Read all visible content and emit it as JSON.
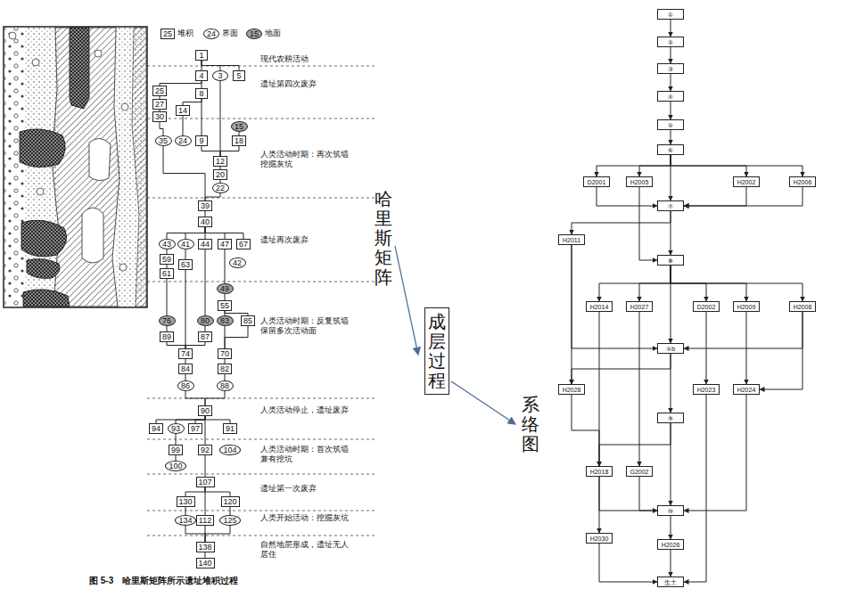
{
  "diagram": {
    "caption": "图 5-3　哈里斯矩阵所示遗址堆积过程",
    "nodes": [
      {
        "text": [
          "1"
        ]
      },
      {
        "text": [
          "4"
        ]
      },
      {
        "text": [
          "3"
        ]
      },
      {
        "text": [
          "5"
        ]
      },
      {
        "text": [
          "25"
        ]
      },
      {
        "text": [
          "8"
        ]
      },
      {
        "text": [
          "27"
        ]
      },
      {
        "text": [
          "14"
        ]
      },
      {
        "text": [
          "30"
        ]
      },
      {
        "text": [
          "15"
        ]
      },
      {
        "text": [
          "35"
        ]
      },
      {
        "text": [
          "24"
        ]
      },
      {
        "text": [
          "9"
        ]
      },
      {
        "text": [
          "18"
        ]
      },
      {
        "text": [
          "12"
        ]
      },
      {
        "text": [
          "20"
        ]
      },
      {
        "text": [
          "22"
        ]
      },
      {
        "text": [
          "39"
        ]
      },
      {
        "text": [
          "40"
        ]
      },
      {
        "text": [
          "43"
        ]
      },
      {
        "text": [
          "41"
        ]
      },
      {
        "text": [
          "44"
        ]
      },
      {
        "text": [
          "47"
        ]
      },
      {
        "text": [
          "67"
        ]
      },
      {
        "text": [
          "59"
        ]
      },
      {
        "text": [
          "63"
        ]
      },
      {
        "text": [
          "42"
        ]
      },
      {
        "text": [
          "61"
        ]
      },
      {
        "text": [
          "49"
        ]
      },
      {
        "text": [
          "55"
        ]
      },
      {
        "text": [
          "76"
        ]
      },
      {
        "text": [
          "80"
        ]
      },
      {
        "text": [
          "83"
        ]
      },
      {
        "text": [
          "85"
        ]
      },
      {
        "text": [
          "89"
        ]
      },
      {
        "text": [
          "87"
        ]
      },
      {
        "text": [
          "74"
        ]
      },
      {
        "text": [
          "70"
        ]
      },
      {
        "text": [
          "84"
        ]
      },
      {
        "text": [
          "82"
        ]
      },
      {
        "text": [
          "86"
        ]
      },
      {
        "text": [
          "88"
        ]
      },
      {
        "text": [
          "90"
        ]
      },
      {
        "text": [
          "94"
        ]
      },
      {
        "text": [
          "93"
        ]
      },
      {
        "text": [
          "97"
        ]
      },
      {
        "text": [
          "91"
        ]
      },
      {
        "text": [
          "99"
        ]
      },
      {
        "text": [
          "92"
        ]
      },
      {
        "text": [
          "104"
        ]
      },
      {
        "text": [
          "100"
        ]
      },
      {
        "text": [
          "107"
        ]
      },
      {
        "text": [
          "130"
        ]
      },
      {
        "text": [
          "120"
        ]
      },
      {
        "text": [
          "134"
        ]
      },
      {
        "text": [
          "112"
        ]
      },
      {
        "text": [
          "125"
        ]
      },
      {
        "text": [
          "138"
        ]
      },
      {
        "text": [
          "140"
        ]
      },
      {
        "text": [
          "成层过程"
        ]
      },
      {
        "text": [
          "①"
        ]
      },
      {
        "text": [
          "②"
        ]
      },
      {
        "text": [
          "③"
        ]
      },
      {
        "text": [
          "④"
        ]
      },
      {
        "text": [
          "⑤"
        ]
      },
      {
        "text": [
          "⑥"
        ]
      },
      {
        "text": [
          "D2001"
        ]
      },
      {
        "text": [
          "H2005"
        ]
      },
      {
        "text": [
          "H2002"
        ]
      },
      {
        "text": [
          "H2006"
        ]
      },
      {
        "text": [
          "⑦"
        ]
      },
      {
        "text": [
          "H2011"
        ]
      },
      {
        "text": [
          "⑧"
        ]
      },
      {
        "text": [
          "H2014"
        ]
      },
      {
        "text": [
          "H2027"
        ]
      },
      {
        "text": [
          "D2002"
        ]
      },
      {
        "text": [
          "H2009"
        ]
      },
      {
        "text": [
          "H2008"
        ]
      },
      {
        "text": [
          "⑤b"
        ]
      },
      {
        "text": [
          "H2028"
        ]
      },
      {
        "text": [
          "H2023"
        ]
      },
      {
        "text": [
          "H2024"
        ]
      },
      {
        "text": [
          "⑨"
        ]
      },
      {
        "text": [
          "H2018"
        ]
      },
      {
        "text": [
          "G2002"
        ]
      },
      {
        "text": [
          "⑩"
        ]
      },
      {
        "text": [
          "H2030"
        ]
      },
      {
        "text": [
          "H2026"
        ]
      },
      {
        "text": [
          "生土"
        ]
      }
    ],
    "edges": [
      {
        "from": 0,
        "to": 1,
        "arrow": "none"
      },
      {
        "from": 0,
        "to": 2,
        "arrow": "none"
      },
      {
        "from": 0,
        "to": 3,
        "arrow": "none"
      },
      {
        "from": 1,
        "to": 5,
        "arrow": "none"
      },
      {
        "from": 1,
        "to": 4,
        "arrow": "none"
      },
      {
        "from": 4,
        "to": 6,
        "arrow": "none"
      },
      {
        "from": 6,
        "to": 8,
        "arrow": "none"
      },
      {
        "from": 8,
        "to": 10,
        "arrow": "none"
      },
      {
        "from": 5,
        "to": 7,
        "arrow": "none"
      },
      {
        "from": 7,
        "to": 11,
        "arrow": "none"
      },
      {
        "from": 5,
        "to": 12,
        "arrow": "none"
      },
      {
        "from": 2,
        "to": 14,
        "arrow": "none"
      },
      {
        "from": 9,
        "to": 13,
        "arrow": "none"
      },
      {
        "from": 12,
        "to": 14,
        "arrow": "none"
      },
      {
        "from": 13,
        "to": 14,
        "arrow": "none"
      },
      {
        "from": 14,
        "to": 15,
        "arrow": "none"
      },
      {
        "from": 15,
        "to": 16,
        "arrow": "none"
      },
      {
        "from": 10,
        "to": 17,
        "arrow": "none"
      },
      {
        "from": 16,
        "to": 17,
        "arrow": "none"
      },
      {
        "from": 17,
        "to": 18,
        "arrow": "none"
      },
      {
        "from": 18,
        "to": 19,
        "arrow": "none"
      },
      {
        "from": 18,
        "to": 20,
        "arrow": "none"
      },
      {
        "from": 18,
        "to": 21,
        "arrow": "none"
      },
      {
        "from": 18,
        "to": 22,
        "arrow": "none"
      },
      {
        "from": 18,
        "to": 23,
        "arrow": "none"
      },
      {
        "from": 19,
        "to": 24,
        "arrow": "none"
      },
      {
        "from": 24,
        "to": 27,
        "arrow": "none"
      },
      {
        "from": 27,
        "to": 30,
        "arrow": "none"
      },
      {
        "from": 20,
        "to": 25,
        "arrow": "none"
      },
      {
        "from": 25,
        "to": 36,
        "arrow": "none"
      },
      {
        "from": 21,
        "to": 31,
        "arrow": "none"
      },
      {
        "from": 22,
        "to": 28,
        "arrow": "none"
      },
      {
        "from": 28,
        "to": 29,
        "arrow": "none"
      },
      {
        "from": 29,
        "to": 32,
        "arrow": "none"
      },
      {
        "from": 29,
        "to": 33,
        "arrow": "none"
      },
      {
        "from": 30,
        "to": 34,
        "arrow": "none"
      },
      {
        "from": 34,
        "to": 36,
        "arrow": "none"
      },
      {
        "from": 31,
        "to": 35,
        "arrow": "none"
      },
      {
        "from": 35,
        "to": 36,
        "arrow": "none"
      },
      {
        "from": 32,
        "to": 37,
        "arrow": "none"
      },
      {
        "from": 33,
        "to": 37,
        "arrow": "none"
      },
      {
        "from": 36,
        "to": 38,
        "arrow": "none"
      },
      {
        "from": 38,
        "to": 40,
        "arrow": "none"
      },
      {
        "from": 37,
        "to": 39,
        "arrow": "none"
      },
      {
        "from": 39,
        "to": 41,
        "arrow": "none"
      },
      {
        "from": 40,
        "to": 42,
        "arrow": "none"
      },
      {
        "from": 41,
        "to": 42,
        "arrow": "none"
      },
      {
        "from": 42,
        "to": 43,
        "arrow": "none"
      },
      {
        "from": 42,
        "to": 44,
        "arrow": "none"
      },
      {
        "from": 42,
        "to": 45,
        "arrow": "none"
      },
      {
        "from": 42,
        "to": 46,
        "arrow": "none"
      },
      {
        "from": 44,
        "to": 47,
        "arrow": "none"
      },
      {
        "from": 47,
        "to": 50,
        "arrow": "none"
      },
      {
        "from": 42,
        "to": 48,
        "arrow": "none"
      },
      {
        "from": 48,
        "to": 51,
        "arrow": "none"
      },
      {
        "from": 51,
        "to": 52,
        "arrow": "none"
      },
      {
        "from": 51,
        "to": 55,
        "arrow": "none"
      },
      {
        "from": 51,
        "to": 53,
        "arrow": "none"
      },
      {
        "from": 52,
        "to": 54,
        "arrow": "none"
      },
      {
        "from": 53,
        "to": 56,
        "arrow": "none"
      },
      {
        "from": 54,
        "to": 57,
        "arrow": "none"
      },
      {
        "from": 55,
        "to": 57,
        "arrow": "none"
      },
      {
        "from": 56,
        "to": 57,
        "arrow": "none"
      },
      {
        "from": 57,
        "to": 58,
        "arrow": "none"
      },
      {
        "from": 60,
        "to": 61,
        "arrow": "to"
      },
      {
        "from": 61,
        "to": 62,
        "arrow": "to"
      },
      {
        "from": 62,
        "to": 63,
        "arrow": "to"
      },
      {
        "from": 63,
        "to": 64,
        "arrow": "to"
      },
      {
        "from": 64,
        "to": 65,
        "arrow": "to"
      },
      {
        "from": 65,
        "to": 66,
        "arrow": "to"
      },
      {
        "from": 65,
        "to": 67,
        "arrow": "to"
      },
      {
        "from": 65,
        "to": 68,
        "arrow": "to"
      },
      {
        "from": 65,
        "to": 69,
        "arrow": "to"
      },
      {
        "from": 65,
        "to": 70,
        "arrow": "to"
      },
      {
        "from": 66,
        "to": 70,
        "arrow": "to"
      },
      {
        "from": 68,
        "to": 70,
        "arrow": "to"
      },
      {
        "from": 69,
        "to": 70,
        "arrow": "to"
      },
      {
        "from": 67,
        "to": 72,
        "arrow": "to"
      },
      {
        "from": 70,
        "to": 71,
        "arrow": "to"
      },
      {
        "from": 70,
        "to": 72,
        "arrow": "to"
      },
      {
        "from": 71,
        "to": 79,
        "arrow": "to"
      },
      {
        "from": 71,
        "to": 78,
        "arrow": "to"
      },
      {
        "from": 72,
        "to": 73,
        "arrow": "to"
      },
      {
        "from": 72,
        "to": 74,
        "arrow": "to"
      },
      {
        "from": 72,
        "to": 75,
        "arrow": "to"
      },
      {
        "from": 72,
        "to": 76,
        "arrow": "to"
      },
      {
        "from": 72,
        "to": 77,
        "arrow": "to"
      },
      {
        "from": 72,
        "to": 78,
        "arrow": "to"
      },
      {
        "from": 73,
        "to": 83,
        "arrow": "to"
      },
      {
        "from": 74,
        "to": 84,
        "arrow": "to"
      },
      {
        "from": 75,
        "to": 80,
        "arrow": "to"
      },
      {
        "from": 76,
        "to": 81,
        "arrow": "to"
      },
      {
        "from": 77,
        "to": 78,
        "arrow": "to"
      },
      {
        "from": 77,
        "to": 81,
        "arrow": "to"
      },
      {
        "from": 78,
        "to": 79,
        "arrow": "to"
      },
      {
        "from": 78,
        "to": 82,
        "arrow": "to"
      },
      {
        "from": 79,
        "to": 83,
        "arrow": "to"
      },
      {
        "from": 80,
        "to": 88,
        "arrow": "to"
      },
      {
        "from": 81,
        "to": 85,
        "arrow": "to"
      },
      {
        "from": 82,
        "to": 83,
        "arrow": "to"
      },
      {
        "from": 82,
        "to": 85,
        "arrow": "to"
      },
      {
        "from": 83,
        "to": 86,
        "arrow": "to"
      },
      {
        "from": 83,
        "to": 85,
        "arrow": "to"
      },
      {
        "from": 84,
        "to": 85,
        "arrow": "to"
      },
      {
        "from": 85,
        "to": 87,
        "arrow": "to"
      },
      {
        "from": 87,
        "to": 88,
        "arrow": "to"
      },
      {
        "from": 86,
        "to": 88,
        "arrow": "to"
      }
    ],
    "labels": [
      "25",
      "24",
      "15",
      "现代农耕活动",
      "遗址第四次废弃",
      "人类活动时期：再次筑墙挖掘灰坑",
      "遗址再次废弃",
      "人类活动时期：反复筑墙保留多次活动面",
      "人类活动停止，遗址废弃",
      "人类活动时期：首次筑墙兼有挖坑",
      "遗址第一次废弃",
      "人类开始活动：挖掘灰坑",
      "自然地层形成，遗址无人居住",
      "哈里斯矩阵",
      "系络图"
    ],
    "legend": [
      {
        "text": "堆积"
      },
      {
        "text": "界面"
      },
      {
        "text": "地面"
      }
    ]
  }
}
